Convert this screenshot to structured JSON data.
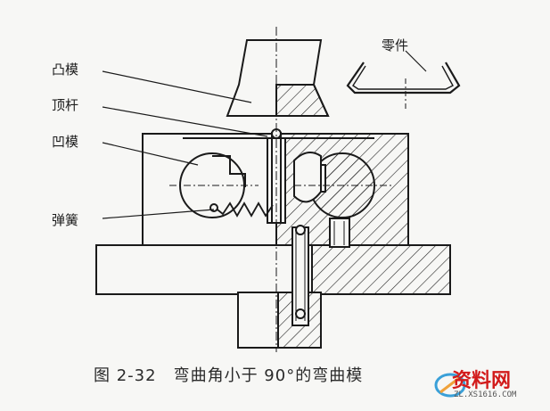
{
  "labels": {
    "punch": "凸模",
    "ejector": "顶杆",
    "die": "凹模",
    "spring": "弹簧",
    "part": "零件"
  },
  "caption": "图 2-32　弯曲角小于 90°的弯曲模",
  "watermark": {
    "brand": "资料网",
    "url": "ZL.XS1616.COM"
  },
  "colors": {
    "line": "#1a1a1a",
    "watermark": "#d21b1b"
  }
}
